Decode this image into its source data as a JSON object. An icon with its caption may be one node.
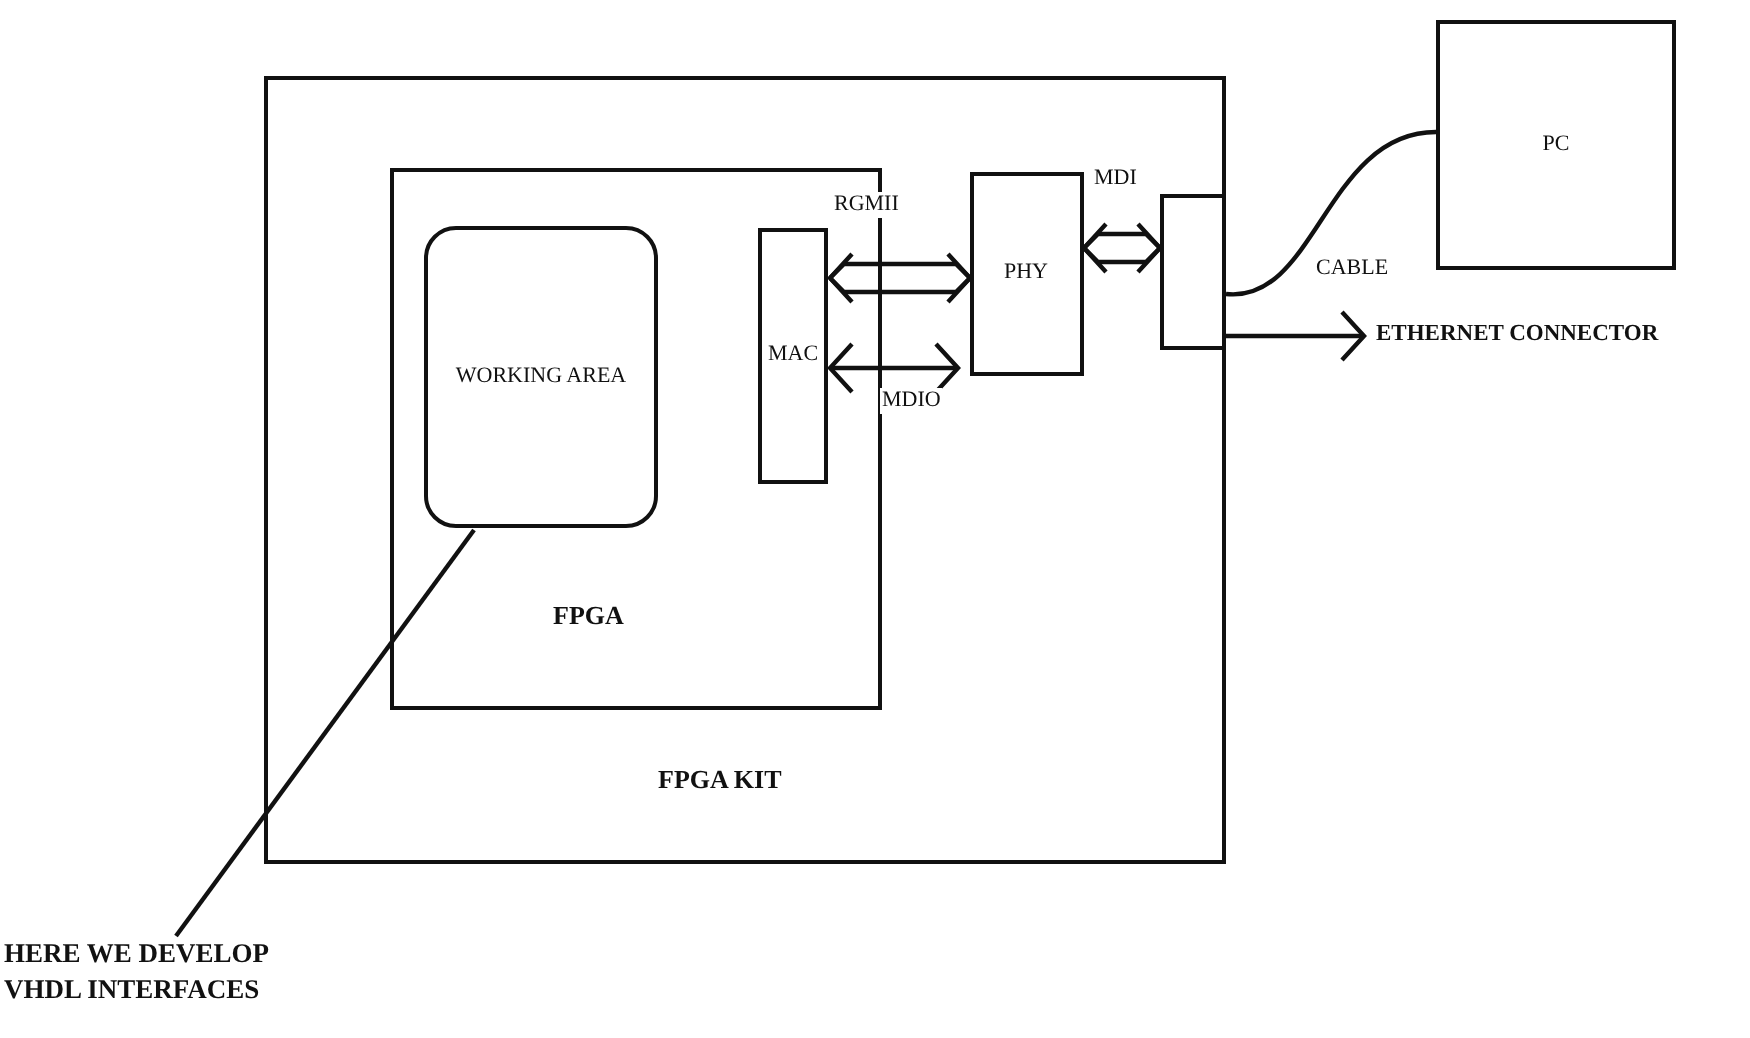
{
  "diagram": {
    "nodes": [
      {
        "text": [
          "FPGA KIT"
        ]
      },
      {
        "text": [
          "FPGA"
        ],
        "in": 0
      },
      {
        "text": [
          "WORKING AREA"
        ],
        "in": 1
      },
      {
        "text": [
          "MAC"
        ],
        "in": 1
      },
      {
        "text": [
          "PHY"
        ],
        "in": 0
      },
      {
        "text": [],
        "shape": "box",
        "in": 0
      },
      {
        "text": [
          "PC"
        ]
      },
      {
        "text": [
          "HERE WE DEVELOP VHDL INTERFACES"
        ]
      },
      {
        "text": [
          "ETHERNET CONNECTOR"
        ]
      }
    ],
    "edges": [
      {
        "from": 3,
        "to": 4,
        "arrow": "both",
        "label": "RGMII"
      },
      {
        "from": 3,
        "to": 4,
        "arrow": "both",
        "label": "MDIO"
      },
      {
        "from": 4,
        "to": 5,
        "arrow": "both",
        "label": "MDI"
      },
      {
        "from": 5,
        "to": 6,
        "arrow": "none",
        "label": "CABLE"
      },
      {
        "from": 5,
        "to": 8,
        "arrow": "to"
      },
      {
        "from": 7,
        "to": 2,
        "arrow": "none"
      }
    ]
  }
}
